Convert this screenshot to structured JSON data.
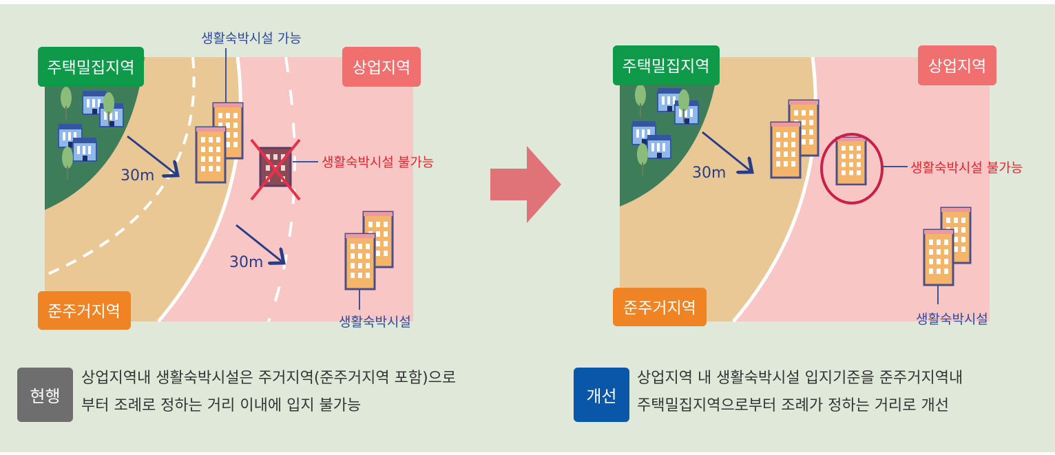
{
  "before": {
    "zone_residential_dense": "주택밀집지역",
    "zone_commercial": "상업지역",
    "zone_semi_residential": "준주거지역",
    "label_allowed": "생활숙박시설 가능",
    "label_not_allowed": "생활숙박시설 불가능",
    "label_facility": "생활숙박시설",
    "distance_1": "30m",
    "distance_2": "30m",
    "badge": "현행",
    "desc_line1": "상업지역내 생활숙박시설은 주거지역(준주거지역 포함)으로",
    "desc_line2": "부터 조례로 정하는 거리 이내에 입지 불가능"
  },
  "after": {
    "zone_residential_dense": "주택밀집지역",
    "zone_commercial": "상업지역",
    "zone_semi_residential": "준주거지역",
    "label_not_allowed": "생활숙박시설 불가능",
    "label_facility": "생활숙박시설",
    "distance_1": "30m",
    "badge": "개선",
    "desc_line1": "상업지역 내 생활숙박시설 입지기준을 준주거지역내",
    "desc_line2": "주택밀집지역으로부터 조례가 정하는 거리로 개선"
  },
  "colors": {
    "background": "#dfe8d9",
    "green": "#0f9a4a",
    "pink_label": "#f07070",
    "orange": "#f08323",
    "tan": "#e9c896",
    "pink_zone": "#f8c6c4",
    "dark_green": "#3e7d5a",
    "navy": "#283c88",
    "red": "#e8242f",
    "gray_badge": "#6e6e6e",
    "blue_badge": "#0a56a8",
    "arrow": "#e07378"
  }
}
